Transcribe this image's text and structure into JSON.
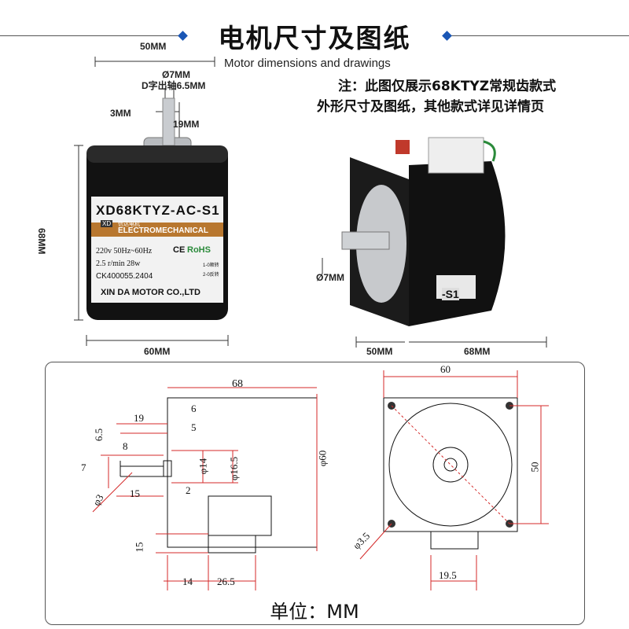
{
  "header": {
    "title": "电机尺寸及图纸",
    "subtitle": "Motor dimensions and drawings",
    "note_line1": "注：此图仅展示68KTYZ常规齿款式",
    "note_line2": "外形尺寸及图纸，其他款式详见详情页",
    "accent_color": "#1a56b5"
  },
  "photo_front": {
    "dim_width_top": "50MM",
    "dim_shaft_dia": "Ø7MM",
    "dim_d_shaft": "D字出轴6.5MM",
    "dim_flat": "3MM",
    "dim_shaft_len": "19MM",
    "dim_height": "68MM",
    "dim_width_bottom": "60MM",
    "label": {
      "model": "XD68KTYZ-AC-S1",
      "brand_badge": "XD",
      "brand_small": "信达电机",
      "category": "ELECTROMECHANICAL",
      "spec1": "220v  50Hz~60Hz",
      "spec2": "2.5 r/min   28w",
      "serial": "CK400055.2404",
      "ce": "CE",
      "rohs": "RoHS",
      "wiring1": "1-0顺转",
      "wiring2": "2-0反转",
      "maker": "XIN DA MOTOR CO.,LTD"
    }
  },
  "photo_side": {
    "dim_shaft_dia": "Ø7MM",
    "dim_left": "50MM",
    "dim_right": "68MM",
    "label_fragment": "-S1"
  },
  "drawing_side": {
    "d68": "68",
    "d19": "19",
    "d6": "6",
    "d5": "5",
    "d6_5": "6.5",
    "d8": "8",
    "d7": "7",
    "d3": "φ3",
    "d15": "15",
    "d14": "φ14",
    "d16_5": "φ16.5",
    "d60": "φ60",
    "d2": "2",
    "d15b": "15",
    "d14b": "14",
    "d26_5": "26.5"
  },
  "drawing_front": {
    "d60": "60",
    "d50": "50",
    "d3_5": "φ3.5",
    "d19_5": "19.5"
  },
  "footer": {
    "unit": "单位：MM"
  }
}
